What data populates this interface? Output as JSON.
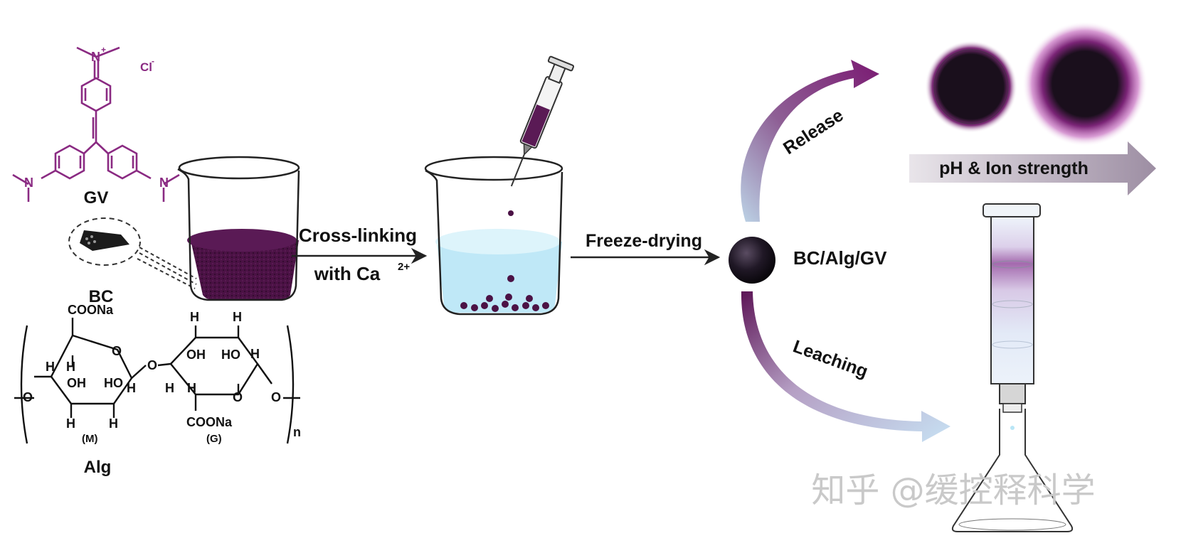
{
  "molecules": {
    "gv": {
      "label": "GV",
      "counter_ion": "Cl",
      "counter_ion_charge": "-",
      "cation_charge": "+",
      "nitrogen": "N"
    },
    "bc": {
      "label": "BC"
    },
    "alg": {
      "label": "Alg",
      "unit_m": "(M)",
      "unit_g": "(G)",
      "repeat": "n",
      "coo_top": "COONa",
      "coo_bottom": "COONa",
      "ring_o": "O",
      "bridge_o": "O",
      "end_o": "O",
      "h": "H",
      "oh": "OH",
      "ho": "HO"
    }
  },
  "steps": {
    "crosslink_line1": "Cross-linking",
    "crosslink_line2": "with  Ca",
    "crosslink_sup": "2+",
    "freeze": "Freeze-drying",
    "product": "BC/Alg/GV",
    "release": "Release",
    "leaching": "Leaching",
    "gradient": "pH & Ion strength"
  },
  "watermark": "知乎 @缓控释科学",
  "colors": {
    "gv": "#8a2a82",
    "dye": "#4b1245",
    "solution": "#b9e6f6",
    "release_arrow": "#7a1a72",
    "leach_arrow": "#b8d9ee"
  }
}
